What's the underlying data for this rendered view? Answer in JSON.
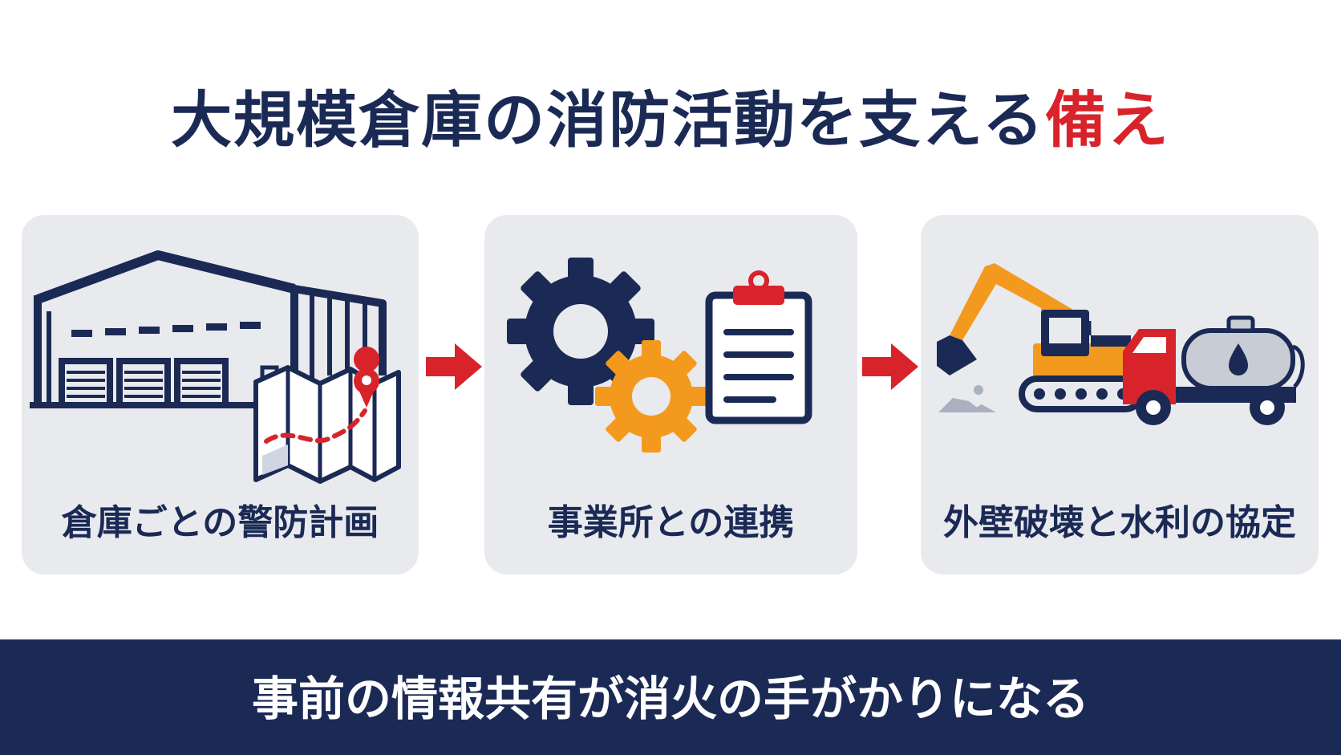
{
  "title": {
    "main": "大規模倉庫の消防活動を支える",
    "accent": "備え"
  },
  "steps": [
    {
      "label": "倉庫ごとの警防計画",
      "icon": "warehouse-map-icon"
    },
    {
      "label": "事業所との連携",
      "icon": "gears-clipboard-icon"
    },
    {
      "label": "外壁破壊と水利の協定",
      "icon": "excavator-tanker-icon"
    }
  ],
  "banner": {
    "text": "事前の情報共有が消火の手がかりになる"
  },
  "colors": {
    "navy": "#1b2a55",
    "red": "#d8232a",
    "orange": "#f39a1e",
    "card": "#e8eaee"
  }
}
